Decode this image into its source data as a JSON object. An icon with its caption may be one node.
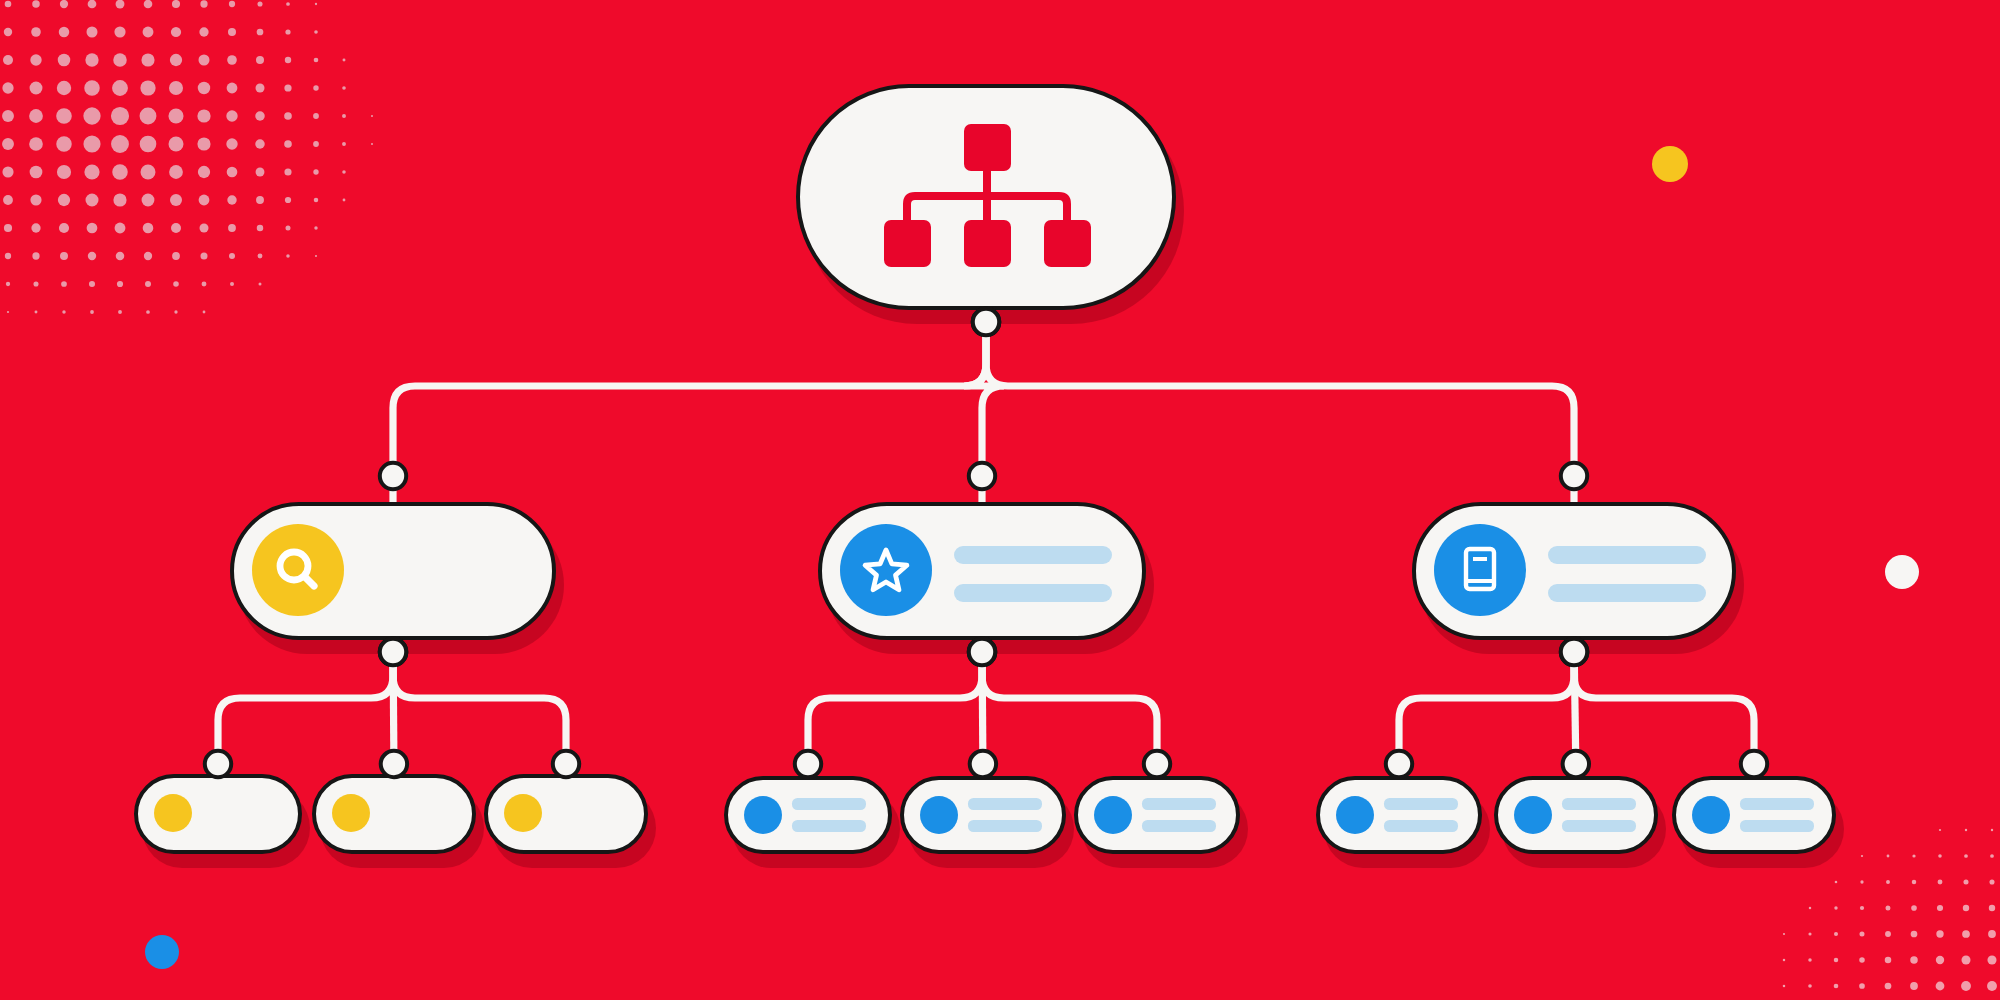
{
  "diagram": {
    "nodes": [
      {
        "text": [],
        "shape": "box"
      },
      {
        "text": [],
        "shape": "box"
      },
      {
        "text": [],
        "shape": "box"
      },
      {
        "text": [],
        "shape": "box"
      },
      {
        "text": [],
        "shape": "box"
      },
      {
        "text": [],
        "shape": "box"
      },
      {
        "text": [],
        "shape": "box"
      },
      {
        "text": [],
        "shape": "box"
      },
      {
        "text": [],
        "shape": "box"
      },
      {
        "text": [],
        "shape": "box"
      },
      {
        "text": [],
        "shape": "box"
      },
      {
        "text": [],
        "shape": "box"
      },
      {
        "text": [],
        "shape": "box"
      }
    ],
    "edges": [
      {
        "from": 0,
        "to": 1,
        "arrow": "other"
      },
      {
        "from": 0,
        "to": 2,
        "arrow": "other"
      },
      {
        "from": 0,
        "to": 3,
        "arrow": "other"
      },
      {
        "from": 1,
        "to": 4,
        "arrow": "other"
      },
      {
        "from": 1,
        "to": 5,
        "arrow": "other"
      },
      {
        "from": 1,
        "to": 6,
        "arrow": "other"
      },
      {
        "from": 2,
        "to": 7,
        "arrow": "other"
      },
      {
        "from": 2,
        "to": 8,
        "arrow": "other"
      },
      {
        "from": 2,
        "to": 9,
        "arrow": "other"
      },
      {
        "from": 3,
        "to": 10,
        "arrow": "other"
      },
      {
        "from": 3,
        "to": 11,
        "arrow": "other"
      },
      {
        "from": 3,
        "to": 12,
        "arrow": "other"
      }
    ]
  }
}
